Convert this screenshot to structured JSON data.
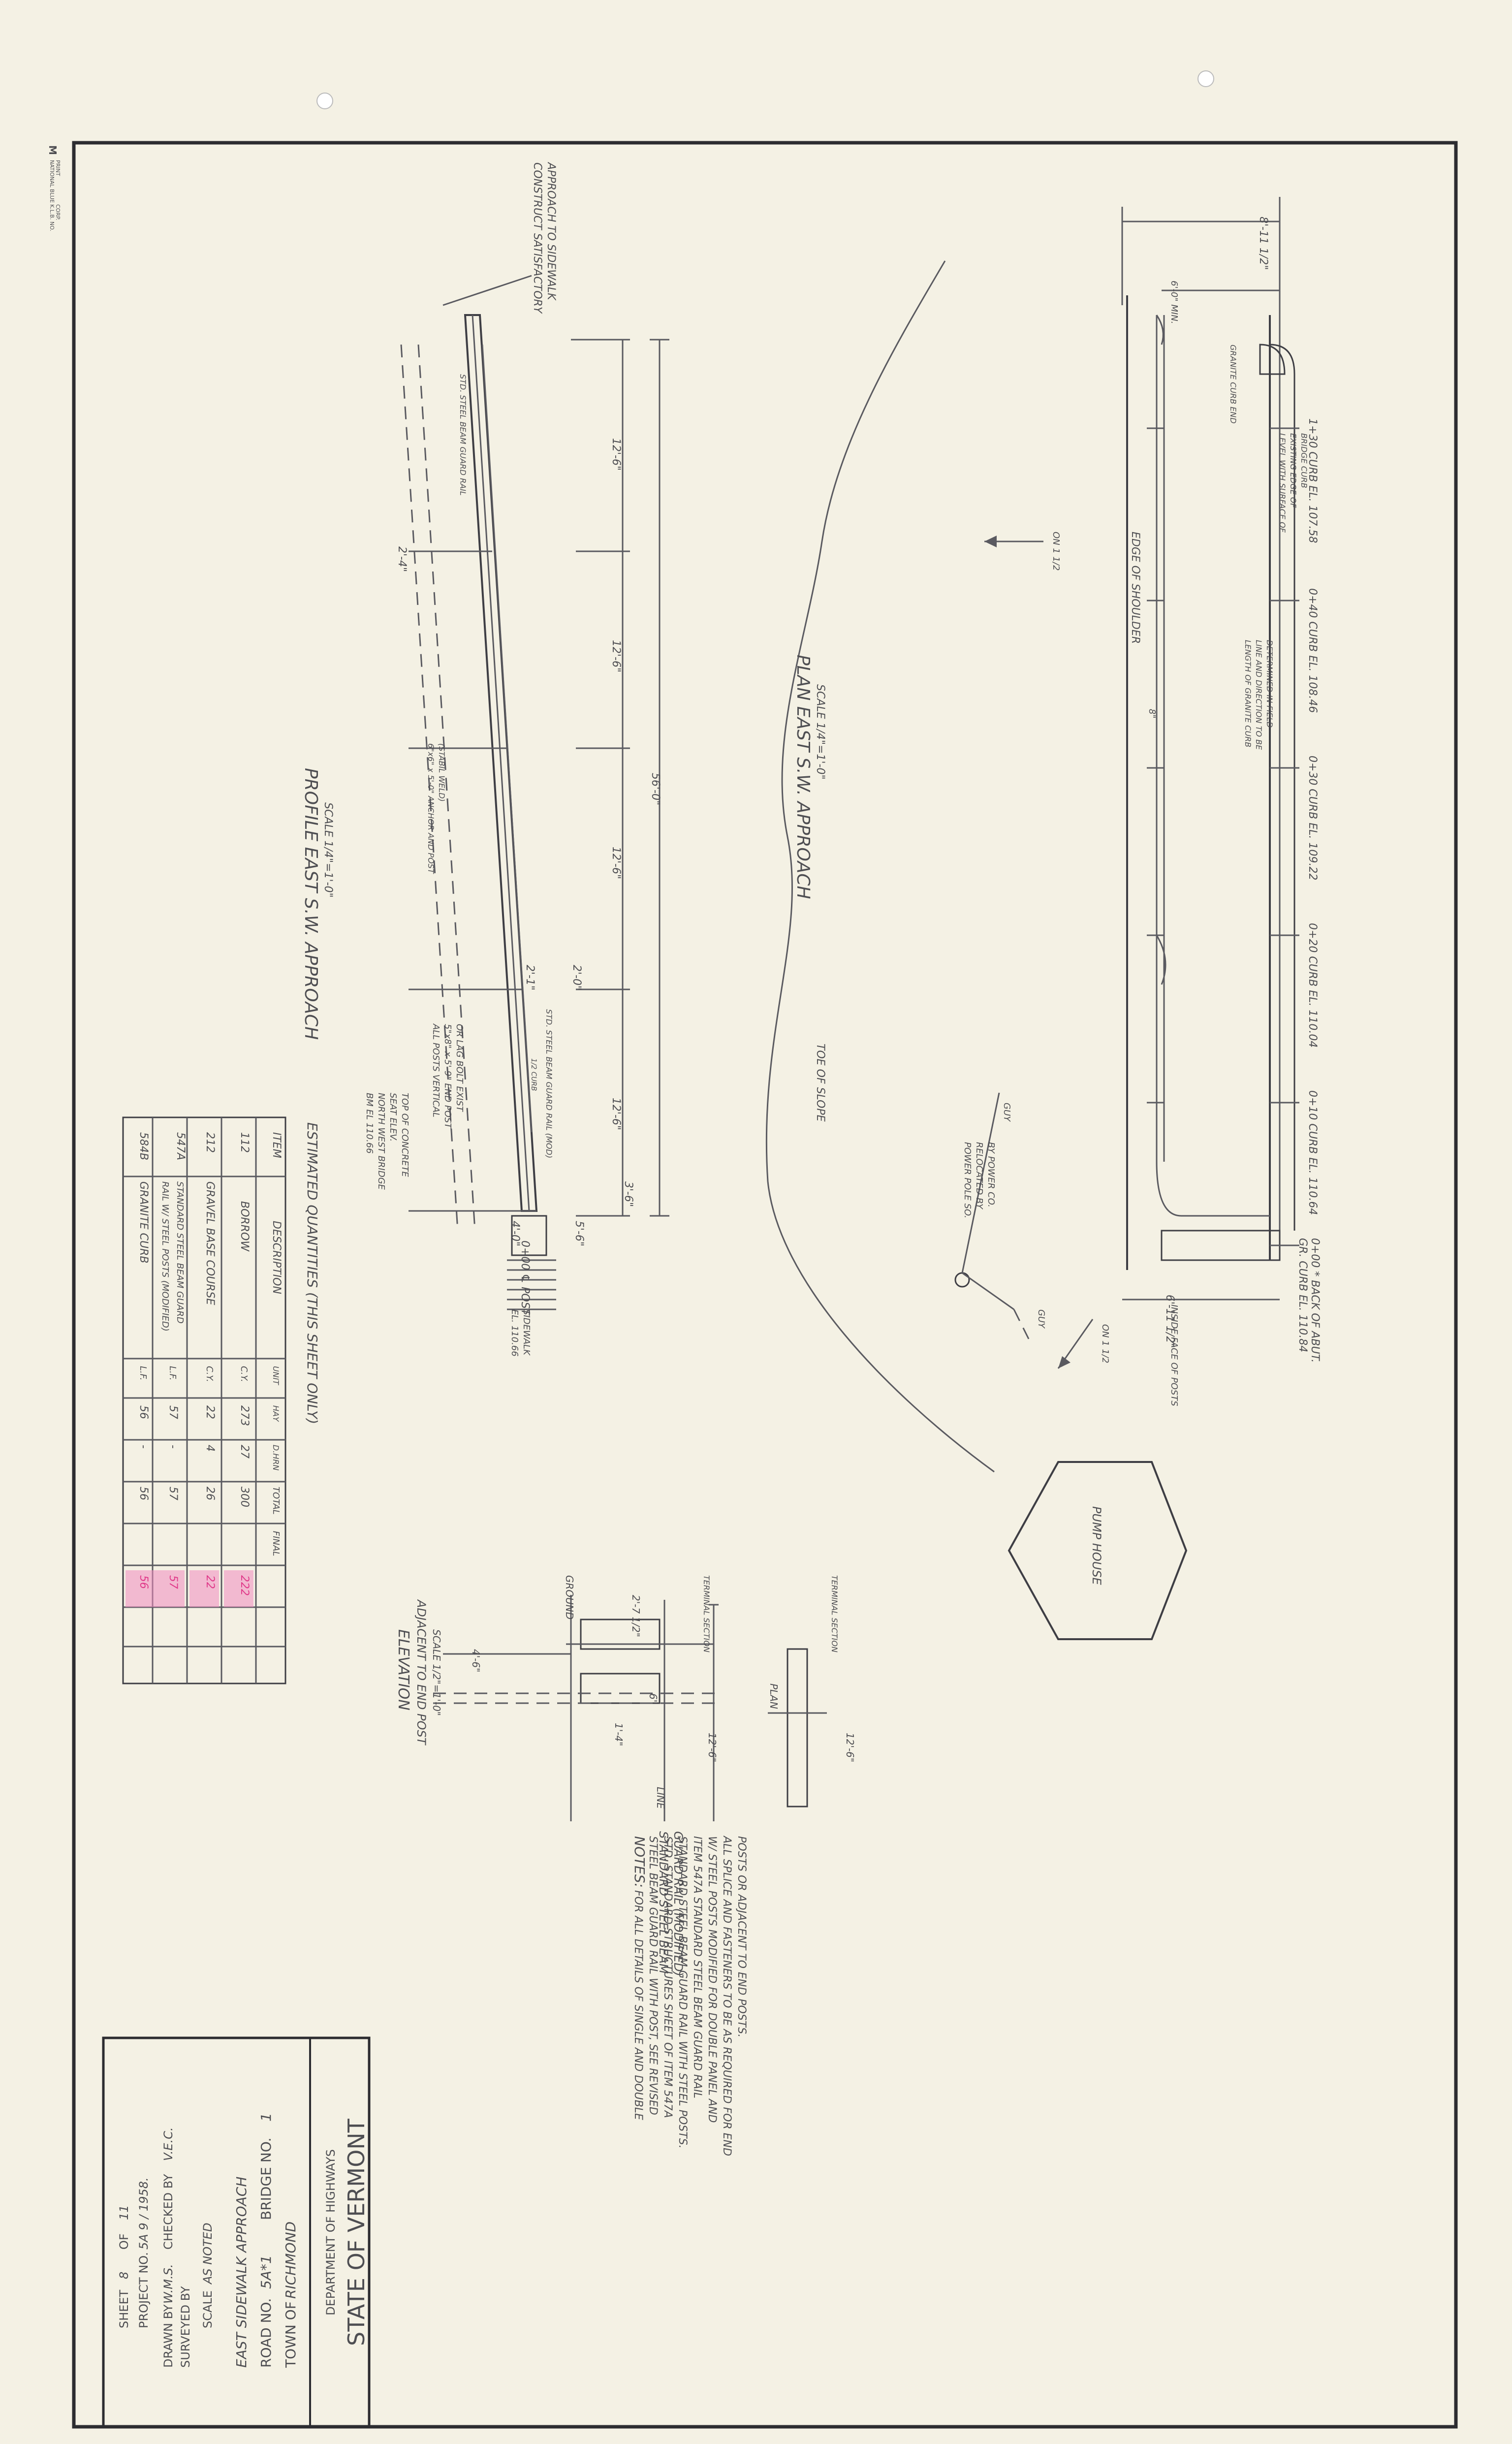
{
  "colors": {
    "paper": "#f4f1e4",
    "ink": "#3e3e44",
    "highlight": "#f08bbf"
  },
  "corner_stamp": [
    "M",
    "NATIONAL BLUE",
    "PRINT",
    "K.L.B. NO.",
    "CORP."
  ],
  "title_block": {
    "state": "STATE OF VERMONT",
    "department": "DEPARTMENT OF HIGHWAYS",
    "town_label": "TOWN OF",
    "town": "RICHMOND",
    "road_label": "ROAD NO.",
    "road": "5A*1",
    "bridge_label": "BRIDGE NO.",
    "bridge": "1",
    "subject": "EAST SIDEWALK APPROACH",
    "scale_label": "SCALE",
    "scale": "AS NOTED",
    "surveyed_label": "SURVEYED BY",
    "drawn_label": "DRAWN BY",
    "drawn": "W.M.S.",
    "checked_label": "CHECKED BY",
    "checked": "V.E.C.",
    "project_label": "PROJECT NO.",
    "project": "5A 9 / 1958.",
    "sheet_label": "SHEET",
    "sheet": "8",
    "of_label": "OF",
    "of": "11"
  },
  "profile": {
    "title": "PROFILE EAST S.W. APPROACH",
    "scale": "SCALE 1/4\"=1'-0\"",
    "note_construct": [
      "CONSTRUCT SATISFACTORY",
      "APPROACH TO SIDEWALK"
    ],
    "rail_label": "STD. STEEL BEAM GUARD RAIL",
    "rail_label_2": "STD. STEEL BEAM GUARD RAIL (MOD)",
    "dim_spans": [
      "12'-6\"",
      "12'-6\"",
      "12'-6\"",
      "12'-6\""
    ],
    "dim_total": "56'-0\"",
    "dim_2_4": "2'-4\"",
    "dim_4_0": "4'-0\"",
    "dim_3_6": "3'-6\"",
    "dim_5_6": "5'-6\"",
    "dim_2_1": "2'-1\"",
    "dim_2_0": "2'-0\"",
    "note_anchor": [
      "6\"x6\" x 5'-0\" ANCHOR AND POST",
      "(STABIL WELD)"
    ],
    "note_posts": [
      "ALL POSTS VERTICAL",
      "5\"x8\" x 5'-9\" END POST",
      "OR LAG BOLT EXIST"
    ],
    "note_elev": [
      "BM EL 110.66",
      "NORTH WEST BRIDGE",
      "SEAT ELEV.",
      "TOP OF CONCRETE"
    ],
    "station": "0+00 ℄ POST",
    "sidewalk": [
      "EL. 110.66",
      "SIDEWALK"
    ],
    "post_label": "1/2 CURB"
  },
  "plan": {
    "title": "PLAN EAST S.W. APPROACH",
    "scale": "SCALE 1/4\"=1'-0\"",
    "dim_top": "8'-11 1/2\"",
    "dim_min": "6'-0\" MIN.",
    "dim_bottom": "6'-11 1/2\"",
    "granite_curb": "GRANITE CURB END",
    "edge_shoulder": "EDGE OF SHOULDER",
    "bridge_curb": [
      "LEVEL WITH SURFACE OF",
      "EXISTING EDGE OF",
      "BRIDGE CURB"
    ],
    "curb_note": [
      "LENGTH OF GRANITE CURB",
      "LINE AND DIRECTION TO BE",
      "DETERMINED IN FIELD"
    ],
    "stations": [
      "1+30 CURB EL. 107.58",
      "0+40 CURB EL. 108.46",
      "0+30 CURB EL. 109.22",
      "0+20 CURB EL. 110.04",
      "0+10 CURB EL. 110.64",
      "0+00 * BACK OF ABUT.",
      "GR. CURB EL. 110.84"
    ],
    "inside_face": "INSIDE FACE OF POSTS",
    "toe_slope": "TOE OF SLOPE",
    "power_pole": [
      "POWER POLE SO.",
      "RELOCATED BY",
      "BY POWER CO."
    ],
    "guy": "GUY",
    "dim_on": "ON 1 1/2",
    "dim_on_2": "ON 1 1/2",
    "dim_8": "8\"",
    "pump_house": "PUMP HOUSE"
  },
  "quantities": {
    "title": "ESTIMATED QUANTITIES (THIS SHEET ONLY)",
    "headers": [
      "ITEM",
      "DESCRIPTION",
      "UNIT",
      "HAY",
      "D.HRN",
      "TOTAL",
      "FINAL"
    ],
    "rows": [
      [
        "112",
        "BORROW",
        "C.Y.",
        "273",
        "27",
        "300",
        "222"
      ],
      [
        "212",
        "GRAVEL BASE COURSE",
        "C.Y.",
        "22",
        "4",
        "26",
        "22"
      ],
      [
        "547A",
        "STANDARD STEEL BEAM GUARD",
        "",
        "",
        "",
        "",
        ""
      ],
      [
        "",
        "RAIL W/ STEEL POSTS (MODIFIED)",
        "L.F.",
        "57",
        "-",
        "57",
        "57"
      ],
      [
        "584B",
        "GRANITE CURB",
        "L.F.",
        "56",
        "-",
        "56",
        "56"
      ]
    ]
  },
  "elevation": {
    "title": "ELEVATION",
    "subtitle": "ADJACENT TO END POST",
    "scale": "SCALE 1/2\"=1'-0\"",
    "ground": "GROUND",
    "terminal_section": "TERMINAL SECTION",
    "plan": "PLAN",
    "dims": [
      "4'-6\"",
      "2'-7 1/2\"",
      "1'-4\"",
      "6\"",
      "12'-6\"",
      "12'-6\""
    ],
    "line": "LINE",
    "label_title": [
      "STANDARD STEEL BEAM",
      "GUARD RAIL (MODIFIED)"
    ]
  },
  "notes": {
    "title": "NOTES:",
    "lines": [
      "FOR ALL DETAILS OF SINGLE AND DOUBLE",
      "STEEL BEAM GUARD RAIL WITH POST, SEE REVISED",
      "STD. STANDARD STRUCTURES SHEET OF ITEM 547A",
      "STANDARD STEEL BEAM GUARD RAIL WITH STEEL POSTS.",
      "ITEM 547A STANDARD STEEL BEAM GUARD RAIL",
      "W/ STEEL POSTS MODIFIED FOR DOUBLE PANEL AND",
      "ALL SPLICE AND FASTENERS TO BE AS REQUIRED FOR END",
      "POSTS OR ADJACENT TO END POSTS."
    ]
  }
}
